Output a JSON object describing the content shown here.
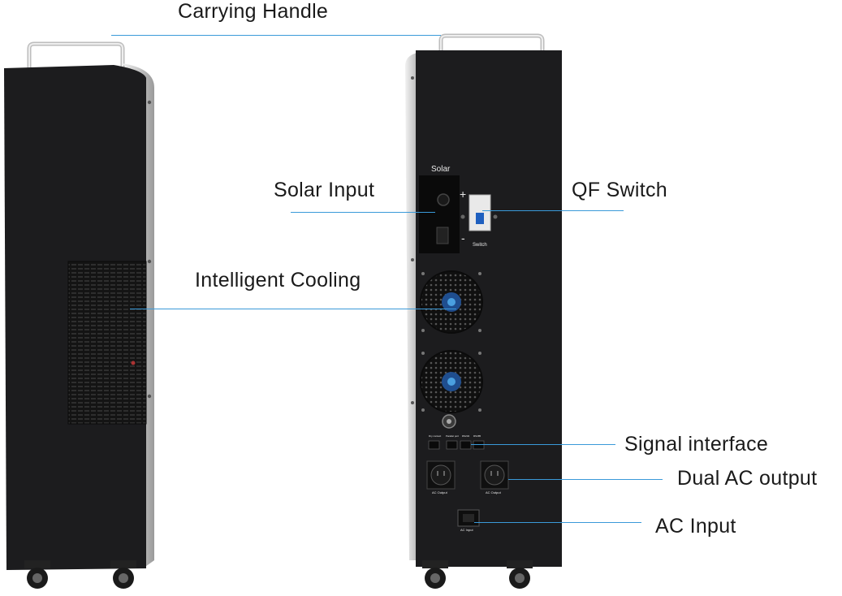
{
  "labels": {
    "carrying_handle": "Carrying  Handle",
    "solar_input": "Solar Input",
    "qf_switch": "QF Switch",
    "intelligent_cooling": "Intelligent Cooling",
    "signal_interface": "Signal interface",
    "dual_ac_output": "Dual AC output",
    "ac_input": "AC Input"
  },
  "device_markings": {
    "solar": "Solar",
    "plus": "+",
    "minus": "-",
    "switch": "Switch",
    "ac_output_1": "AC Output",
    "ac_output_2": "AC Output",
    "ac_input": "AC Input",
    "port_1": "Dry contact",
    "port_2": "Parallel port",
    "port_3": "RS232",
    "port_4": "RS485"
  },
  "colors": {
    "callout_line": "#3a9ad9",
    "cabinet": "#1c1c1e",
    "frame": "#d8d8d8"
  }
}
